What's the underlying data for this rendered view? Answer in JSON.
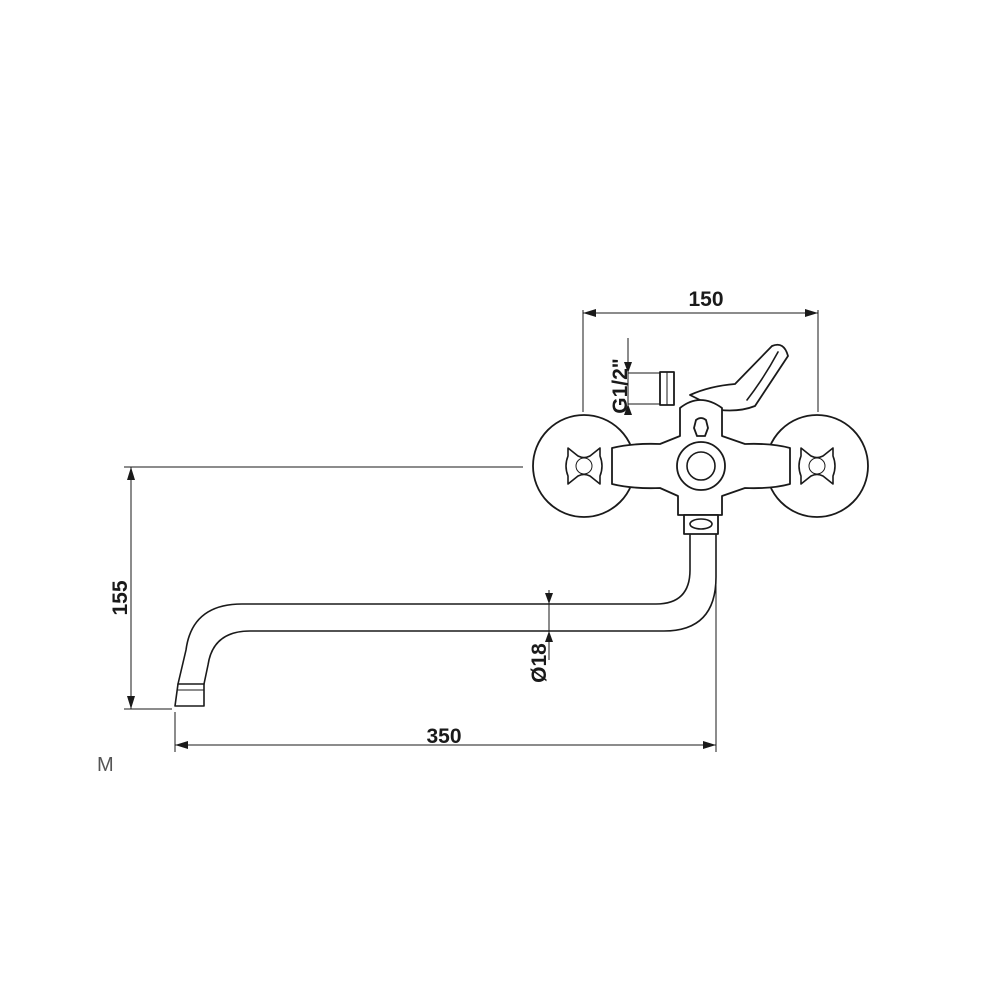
{
  "dimensions": {
    "width_label": "150",
    "height_label": "155",
    "length_label": "350",
    "thread_label": "G1/2\"",
    "diameter_label": "Ø18"
  },
  "corner_mark": "M"
}
